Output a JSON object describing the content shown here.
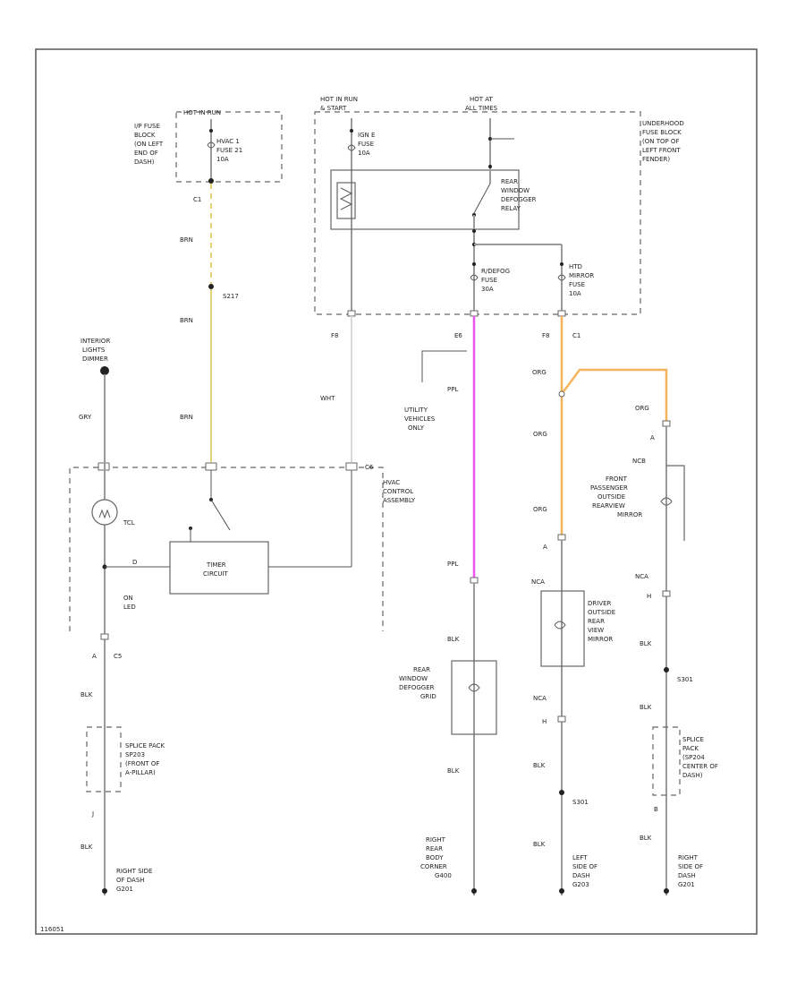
{
  "labels": {
    "hot_in_run_top_left": "HOT IN RUN",
    "ip_fuse_block": [
      "I/P FUSE",
      "BLOCK",
      "(ON LEFT",
      "END OF",
      "DASH)"
    ],
    "hvac_fuse": [
      "HVAC 1",
      "FUSE 21",
      "10A"
    ],
    "hot_in_run_start": [
      "HOT IN RUN",
      "& START"
    ],
    "hot_at_all_times": [
      "HOT AT",
      "ALL TIMES"
    ],
    "ignition_fuse": [
      "IGN E",
      "FUSE",
      "10A"
    ],
    "rear_defogger_relay": [
      "REAR",
      "WINDOW",
      "DEFOGGER",
      "RELAY"
    ],
    "underhood_fuse_block": [
      "UNDERHOOD",
      "FUSE BLOCK",
      "(ON TOP OF",
      "LEFT FRONT",
      "FENDER)"
    ],
    "rdefog_fuse": [
      "R/DEFOG",
      "FUSE",
      "30A"
    ],
    "htd_mirror_fuse": [
      "HTD",
      "MIRROR",
      "FUSE",
      "10A"
    ],
    "pin_c1": "C1",
    "pin_f8a": "F8",
    "pin_e6": "E6",
    "pin_f8b": "F8",
    "pin_c1b": "C1",
    "wire_brn1": "BRN",
    "splice_s217": "S217",
    "wire_brn2": "BRN",
    "wire_brn3": "BRN",
    "wire_wht": "WHT",
    "interior_lights": [
      "INTERIOR",
      "LIGHTS",
      "DIMMER"
    ],
    "wire_gry": "GRY",
    "utility_vehicles": [
      "UTILITY",
      "VEHICLES",
      "ONLY"
    ],
    "wire_ppl1": "PPL",
    "wire_org1": "ORG",
    "wire_org2": "ORG",
    "wire_org3": "ORG",
    "wire_org4": "ORG",
    "pin_a1": "A",
    "pin_c6": "C6",
    "hvac_control": [
      "HVAC",
      "CONTROL",
      "ASSEMBLY"
    ],
    "pin_ncb": "NCB",
    "front_passenger_mirror": [
      "FRONT",
      "PASSENGER",
      "OUTSIDE",
      "REARVIEW",
      "MIRROR"
    ],
    "tcl": "TCL",
    "pin_d": "D",
    "timer_circuit": [
      "TIMER",
      "CIRCUIT"
    ],
    "on_led": [
      "ON",
      "LED"
    ],
    "wire_ppl2": "PPL",
    "pin_a2": "A",
    "pin_nca1": "NCA",
    "driver_mirror": [
      "DRIVER",
      "OUTSIDE",
      "REAR",
      "VIEW",
      "MIRROR"
    ],
    "pin_nca2": "NCA",
    "pin_h1": "H",
    "wire_blk1": "BLK",
    "pin_a3": "A",
    "pin_c5": "C5",
    "rear_defogger_grid": [
      "REAR",
      "WINDOW",
      "DEFOGGER",
      "GRID"
    ],
    "wire_blk2": "BLK",
    "splice_s301": "S301",
    "wire_blk3": "BLK",
    "pin_nca3": "NCA",
    "wire_blk4": "BLK",
    "splice_pack_sp203": [
      "SPLICE PACK",
      "SP203",
      "(FRONT OF",
      "A-PILLAR)"
    ],
    "pin_h2": "H",
    "splice_pack_sp204": [
      "SPLICE",
      "PACK",
      "(SP204",
      "CENTER OF",
      "DASH)"
    ],
    "wire_blk5": "BLK",
    "splice_s301b": "S301",
    "pin_j": "J",
    "pin_b": "B",
    "wire_blk6": "BLK",
    "wire_blk7": "BLK",
    "wire_blk8": "BLK",
    "wire_blk9": "BLK",
    "ground_right_g201": [
      "RIGHT SIDE",
      "OF DASH",
      "G201"
    ],
    "ground_right_rear": [
      "RIGHT",
      "REAR",
      "BODY",
      "CORNER",
      "G400"
    ],
    "ground_left_g203": [
      "LEFT",
      "SIDE OF",
      "DASH",
      "G203"
    ],
    "ground_right_g201b": [
      "RIGHT",
      "SIDE OF",
      "DASH",
      "G201"
    ],
    "footer_code": "116051"
  },
  "colors": {
    "wire_gray": "#9a9a9a",
    "wire_brown_yellow": "#e3d27a",
    "wire_purple": "#ee55ee",
    "wire_orange": "#f5b45a",
    "wire_white": "#d9d9d9"
  }
}
